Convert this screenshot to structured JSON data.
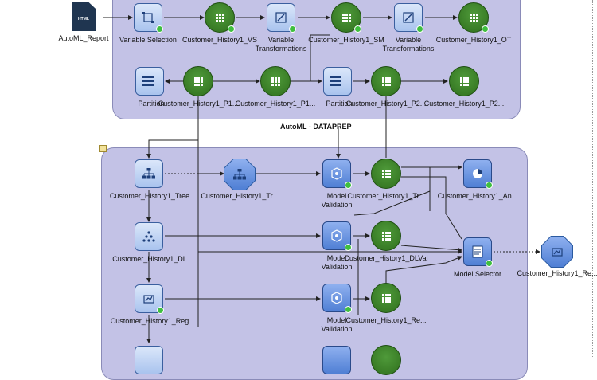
{
  "group_dataprep_label": "AutoML - DATAPREP",
  "nodes": {
    "report": {
      "label": "AutoML_Report",
      "badge": "HTML",
      "icon": "html-document-icon"
    },
    "varsel": {
      "label": "Variable Selection",
      "icon": "variable-selection-icon"
    },
    "vs_table": {
      "label": "Customer_History1_VS",
      "icon": "table-icon"
    },
    "vartrans1": {
      "label_line1": "Variable",
      "label_line2": "Transformations",
      "icon": "transform-icon"
    },
    "sm_table": {
      "label": "Customer_History1_SM",
      "icon": "table-icon"
    },
    "vartrans2": {
      "label_line1": "Variable",
      "label_line2": "Transformations",
      "icon": "transform-icon"
    },
    "ot_table": {
      "label": "Customer_History1_OT",
      "icon": "table-icon"
    },
    "partition1": {
      "label": "Partition",
      "icon": "partition-icon"
    },
    "p1a": {
      "label": "Customer_History1_P1...",
      "icon": "table-icon"
    },
    "p1b": {
      "label": "Customer_History1_P1...",
      "icon": "table-icon"
    },
    "partition2": {
      "label": "Partition",
      "icon": "partition-icon"
    },
    "p2a": {
      "label": "Customer_History1_P2...",
      "icon": "table-icon"
    },
    "p2b": {
      "label": "Customer_History1_P2...",
      "icon": "table-icon"
    },
    "tree": {
      "label": "Customer_History1_Tree",
      "icon": "decision-tree-icon"
    },
    "tree_model": {
      "label": "Customer_History1_Tr...",
      "icon": "decision-tree-icon"
    },
    "mv1": {
      "label_line1": "Model",
      "label_line2": "Validation",
      "icon": "model-validation-icon"
    },
    "tr_table": {
      "label": "Customer_History1_Tr...",
      "icon": "table-icon"
    },
    "an": {
      "label": "Customer_History1_An...",
      "icon": "pie-chart-icon"
    },
    "dl": {
      "label": "Customer_History1_DL",
      "icon": "neural-network-icon"
    },
    "mv2": {
      "label_line1": "Model",
      "label_line2": "Validation",
      "icon": "model-validation-icon"
    },
    "dlval": {
      "label": "Customer_History1_DLVal",
      "icon": "table-icon"
    },
    "selector": {
      "label": "Model Selector",
      "icon": "model-selector-icon"
    },
    "re_model": {
      "label": "Customer_History1_Re...",
      "icon": "regression-model-icon"
    },
    "reg": {
      "label": "Customer_History1_Reg",
      "icon": "regression-icon"
    },
    "mv3": {
      "label_line1": "Model",
      "label_line2": "Validation",
      "icon": "model-validation-icon"
    },
    "re_table": {
      "label": "Customer_History1_Re...",
      "icon": "table-icon"
    }
  },
  "colors": {
    "group_fill": "#c3c2e6",
    "table_node": "#2f6f1d",
    "model_node": "#4f7fd4",
    "status_ok": "#3fbf3f"
  }
}
